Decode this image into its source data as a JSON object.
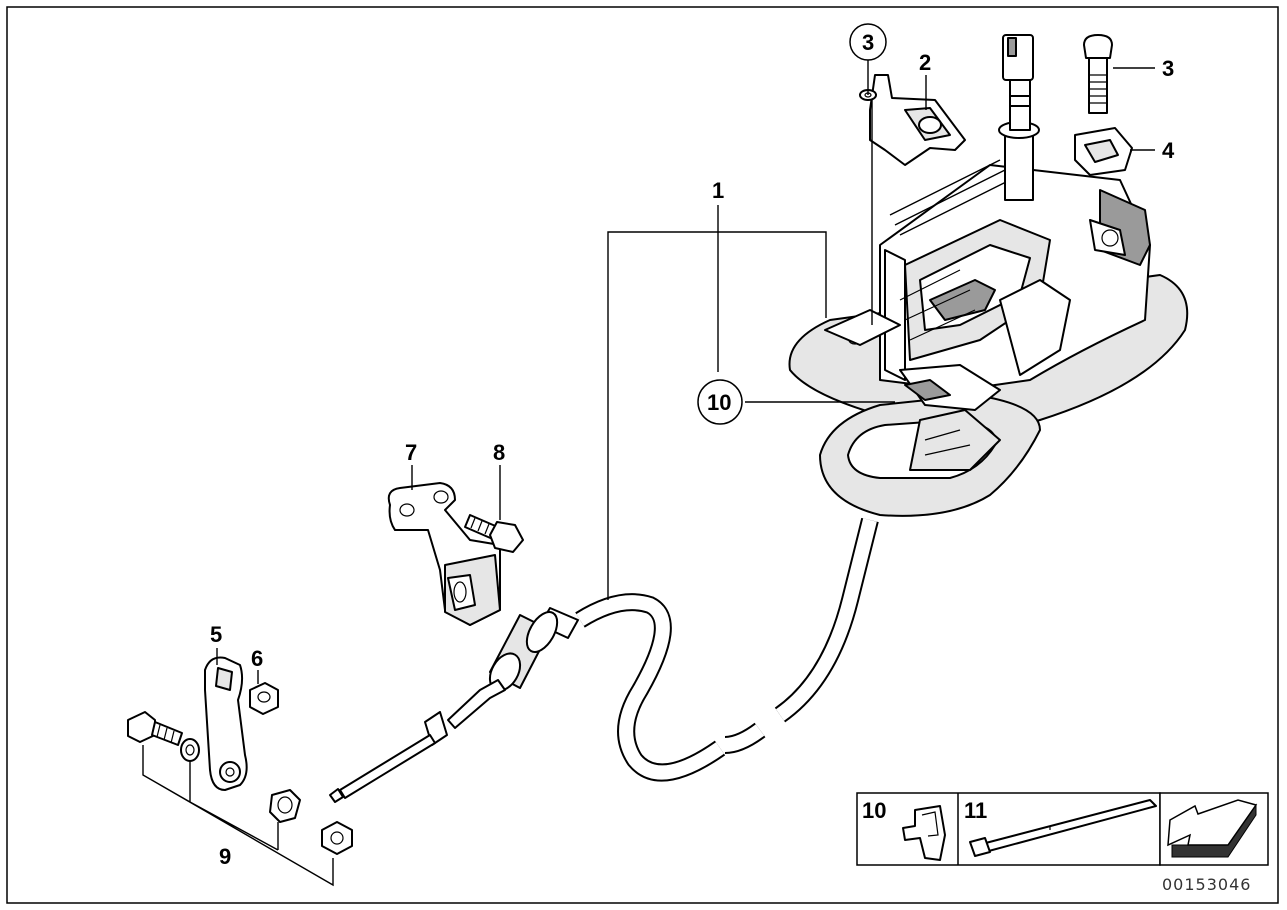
{
  "callouts": {
    "c1": "1",
    "c2": "2",
    "c3_circle": "3",
    "c3": "3",
    "c4": "4",
    "c5": "5",
    "c6": "6",
    "c7": "7",
    "c8": "8",
    "c9": "9",
    "c10_circle": "10"
  },
  "legend": {
    "box10_label": "10",
    "box11_label": "11"
  },
  "reference_number": "00153046"
}
